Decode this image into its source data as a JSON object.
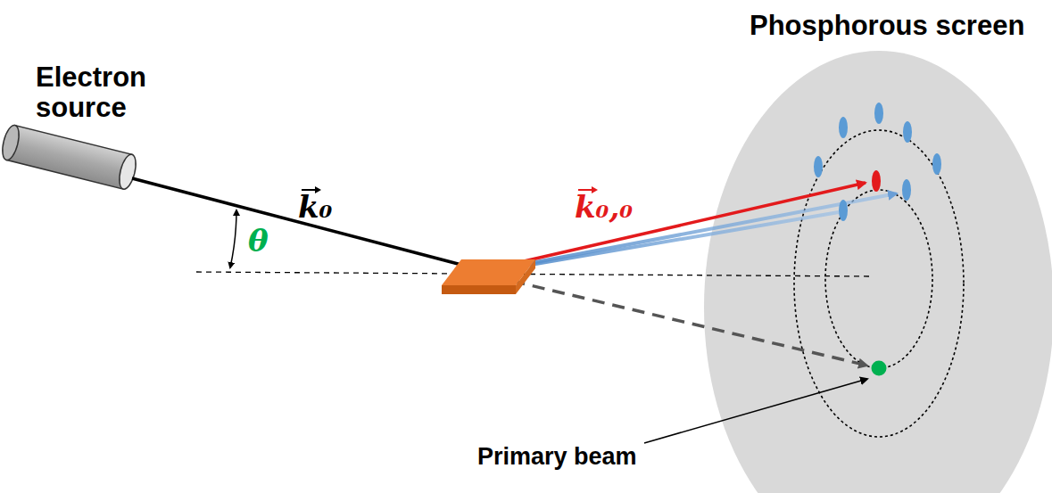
{
  "diagram": {
    "labels": [
      "Electron source",
      "Phosphorous screen",
      "k₀",
      "θ",
      "k₀,₀",
      "Primary beam"
    ]
  }
}
